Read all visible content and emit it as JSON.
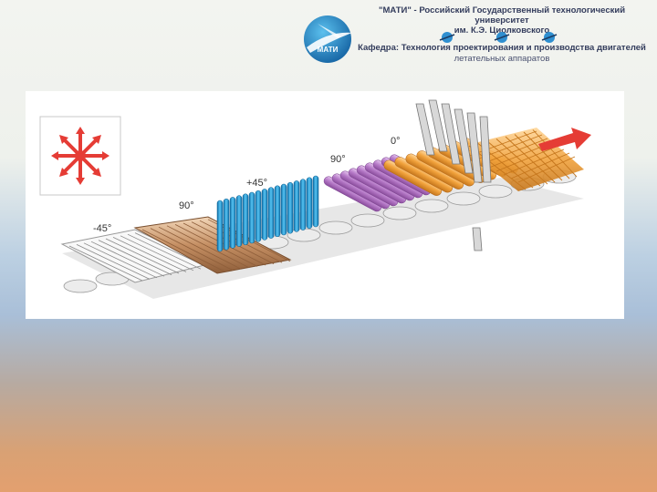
{
  "header": {
    "logo_text": "МАТИ",
    "university": "\"МАТИ\" - Российский Государственный технологический университет\nим. К.Э. Циолковского",
    "department": "Кафедра: Технология проектирования и производства двигателей",
    "department_sub": "летательных аппаратов"
  },
  "diagram": {
    "ply_labels": [
      "-45°",
      "90°",
      "+45°",
      "90°",
      "0°"
    ]
  },
  "colors": {
    "ply_white": "#f5f5f5",
    "ply_brown": "#c89a72",
    "ply_blue": "#2ea3df",
    "ply_purple": "#c28ad0",
    "ply_orange": "#f2a540",
    "arrow": "#e53c35"
  }
}
